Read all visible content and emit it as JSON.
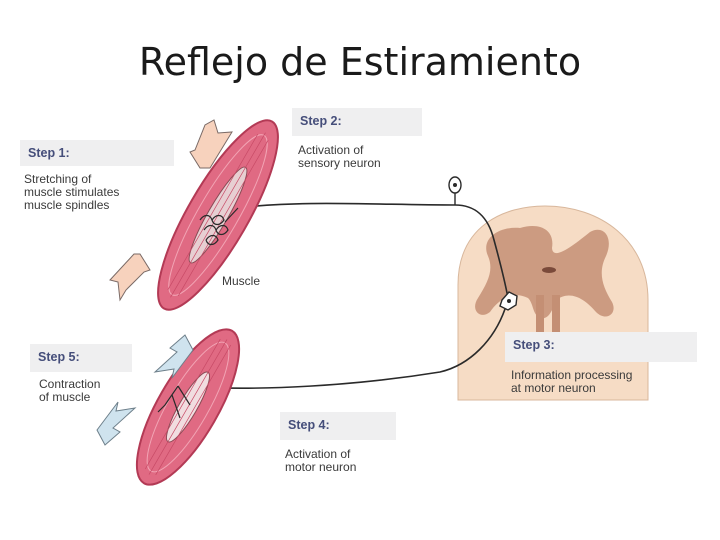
{
  "title": "Reflejo de Estiramiento",
  "steps": [
    {
      "head": "Step 1:",
      "body": "Stretching of\nmuscle stimulates\nmuscle spindles"
    },
    {
      "head": "Step 2:",
      "body": "Activation of\nsensory neuron"
    },
    {
      "head": "Step 3:",
      "body": "Information processing\nat motor neuron"
    },
    {
      "head": "Step 4:",
      "body": "Activation of\nmotor neuron"
    },
    {
      "head": "Step 5:",
      "body": "Contraction\nof muscle"
    }
  ],
  "labels": {
    "muscle": "Muscle"
  },
  "colors": {
    "muscle": "#e06a83",
    "muscle_dark": "#b33a55",
    "spinal_cord": "#f6dcc5",
    "grey_matter": "#c48f74",
    "stretch_arrow": "#f7d2bd",
    "contract_arrow": "#cfe3ee",
    "step_header_bg": "#efeff0",
    "step_header_text": "#454e7a"
  }
}
